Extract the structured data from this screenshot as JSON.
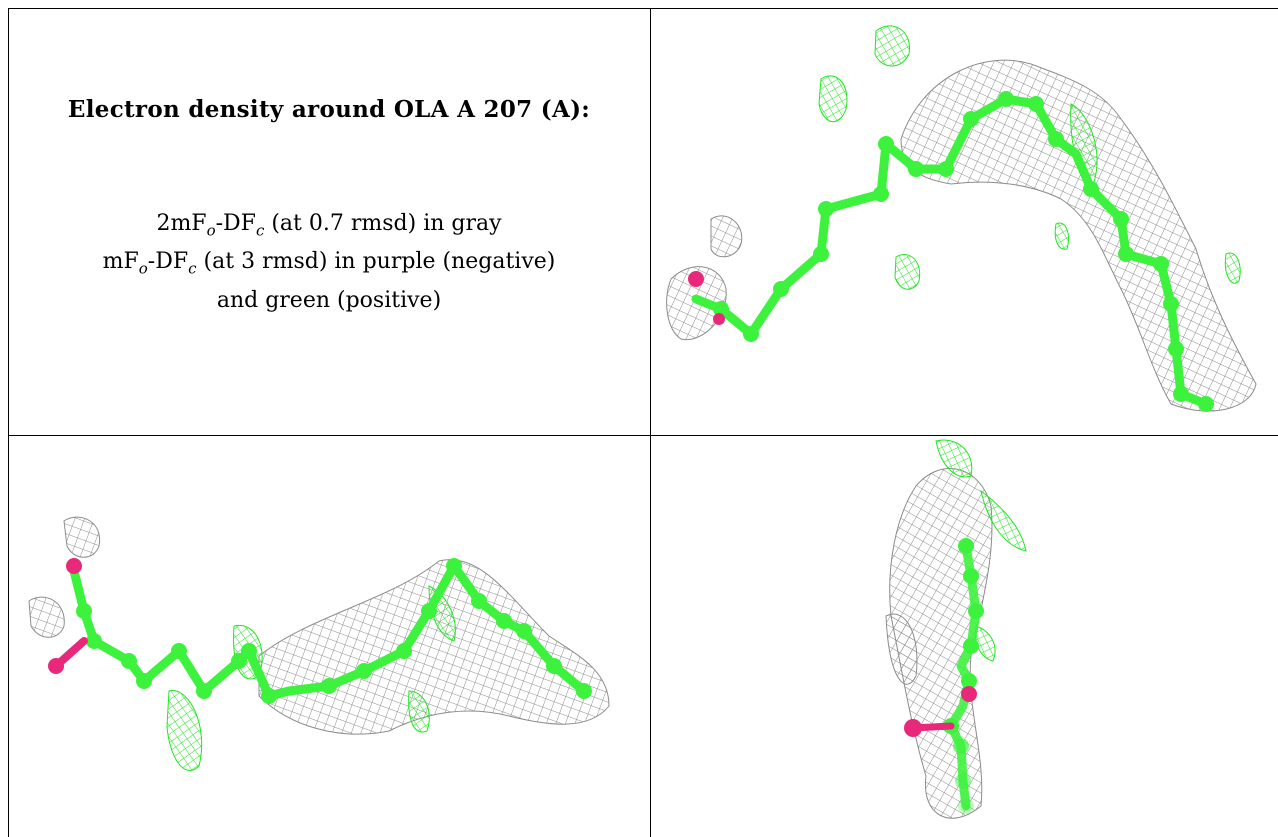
{
  "heading": {
    "title": "Electron density around OLA A 207 (A):"
  },
  "caption": {
    "line1": {
      "a": "2mF",
      "o": "o",
      "b": "-DF",
      "c": "c",
      "rest": " (at 0.7 rmsd) in gray"
    },
    "line2": {
      "a": "mF",
      "o": "o",
      "b": "-DF",
      "c": "c",
      "rest": " (at 3 rmsd) in purple (negative)"
    },
    "line3": "and green (positive)"
  },
  "colors": {
    "mesh_2fofc": "#8c8c8c",
    "mesh_positive": "#22e622",
    "carbon": "#3df23d",
    "oxygen": "#e8287a",
    "border": "#000000"
  },
  "panels": [
    {
      "name": "view-top-right",
      "icon": "ligand-density-view"
    },
    {
      "name": "view-bottom-left",
      "icon": "ligand-density-view"
    },
    {
      "name": "view-bottom-right",
      "icon": "ligand-density-view"
    }
  ]
}
